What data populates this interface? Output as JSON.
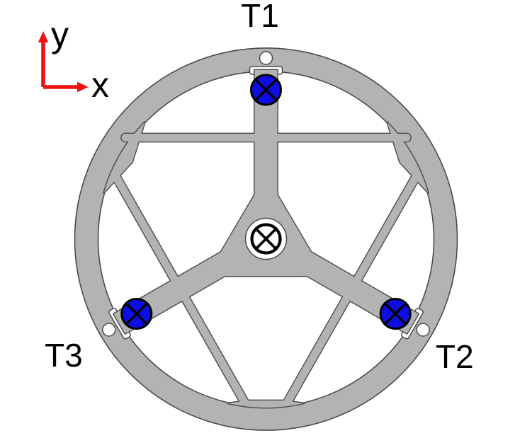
{
  "figure": {
    "type": "mechanical-flexure-diagram",
    "description": "Circular monolithic flexure mount: outer ring, three-spoke hexagram suspension, central triangular platform with pivot, and three actuator positions spaced 120 degrees apart",
    "actuators": [
      {
        "id": "T1",
        "label": "T1",
        "angle_deg": 90,
        "symbol": "circle-with-diagonal-cross"
      },
      {
        "id": "T2",
        "label": "T2",
        "angle_deg": 330,
        "symbol": "circle-with-diagonal-cross"
      },
      {
        "id": "T3",
        "label": "T3",
        "angle_deg": 210,
        "symbol": "circle-with-diagonal-cross"
      }
    ],
    "axes": {
      "x_label": "x",
      "y_label": "y"
    },
    "center_marker": {
      "symbol": "circle-with-diagonal-cross",
      "meaning": "central pivot"
    },
    "ring_holes_count": 3,
    "colors": {
      "background": "#ffffff",
      "cutout": "#ffffff",
      "part_fill": "#b3b3b3",
      "part_outline": "#4b4b4b",
      "actuator_fill": "#0e0ee4",
      "symbol_stroke": "#000000",
      "axis_arrow": "#ee1111",
      "label_text": "#000000"
    }
  }
}
